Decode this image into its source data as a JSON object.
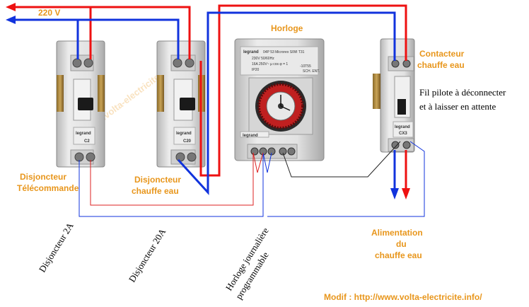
{
  "supply": {
    "voltage_label": "220 V"
  },
  "labels": {
    "horloge": "Horloge",
    "contacteur_line1": "Contacteur",
    "contacteur_line2": "chauffe eau",
    "fil_pilote_line1": "Fil pilote à déconnecter",
    "fil_pilote_line2": "et à laisser en attente",
    "disj_telecommande_line1": "Disjoncteur",
    "disj_telecommande_line2": "Télécommande",
    "disj_chauffe_line1": "Disjoncteur",
    "disj_chauffe_line2": "chauffe eau",
    "alimentation_line1": "Alimentation",
    "alimentation_line2": "du",
    "alimentation_line3": "chauffe eau",
    "disj_2a": "Disjoncteur 2A",
    "disj_20a": "Disjoncteur 20A",
    "horloge_rot_line1": "Horloge journalière",
    "horloge_rot_line2": "programmable",
    "modif": "Modif : http://www.volta-electricite.info/",
    "watermark": "http://www.volta-electricite.info"
  },
  "device_text": {
    "brand": "legrand",
    "horloge_ref": "04P 53 Microrex S/WI T31",
    "horloge_voltage": "230V 50/60Hz",
    "horloge_rating": "16A 250V~ µ  cos φ = 1",
    "horloge_ip": "IP20",
    "horloge_temp": "-10T55",
    "horloge_side": "SCH. ENT.",
    "breaker_1": "C2",
    "breaker_2": "C20",
    "contactor": "CX3"
  },
  "colors": {
    "live": "#ee1111",
    "neutral": "#1133dd",
    "label_orange": "#e8961c",
    "device_body": "#dcdcdc"
  }
}
